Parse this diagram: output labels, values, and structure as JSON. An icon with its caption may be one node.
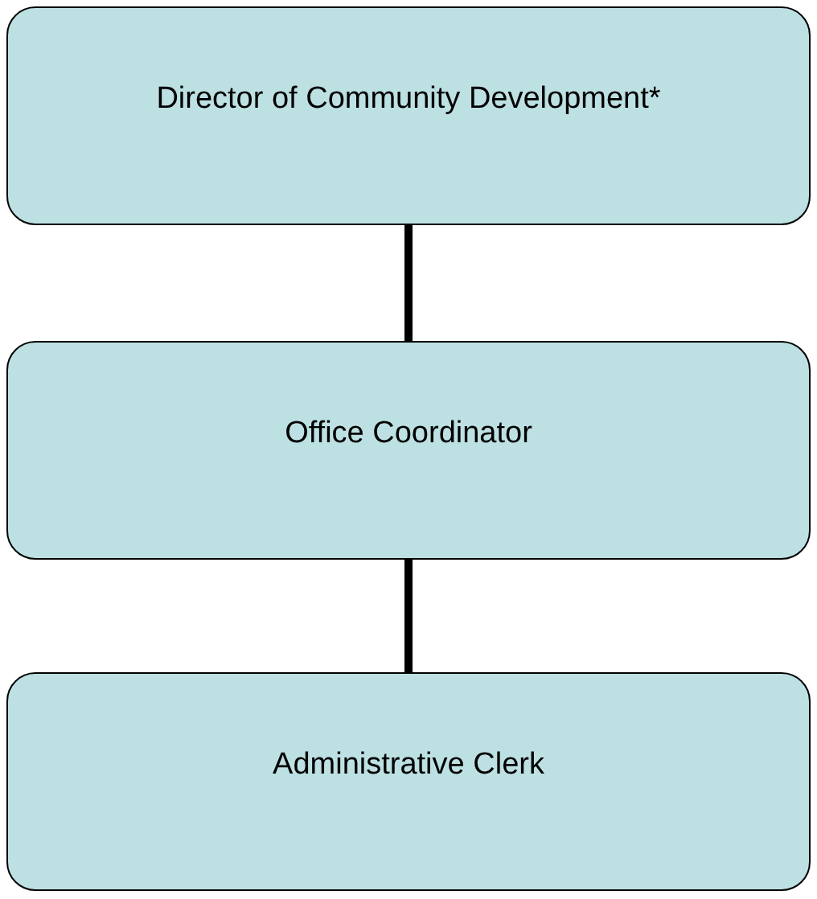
{
  "diagram": {
    "nodes": [
      {
        "text": [
          "Director of Community Development*"
        ]
      },
      {
        "text": [
          "Office Coordinator"
        ]
      },
      {
        "text": [
          "Administrative Clerk"
        ]
      }
    ],
    "edges": [
      {
        "from": 0,
        "to": 1,
        "arrow": "none"
      },
      {
        "from": 1,
        "to": 2,
        "arrow": "none"
      }
    ]
  }
}
